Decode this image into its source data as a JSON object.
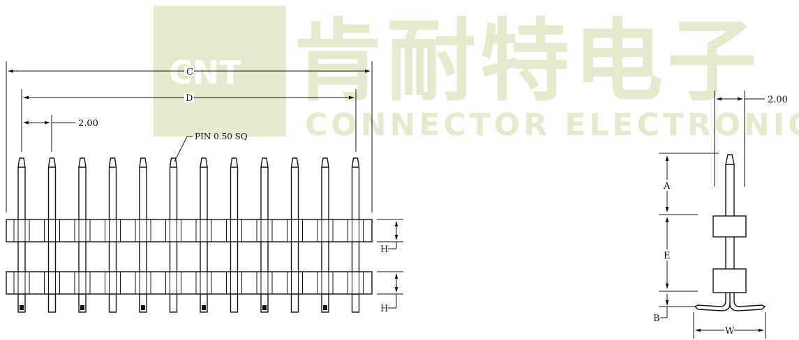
{
  "watermark": {
    "logo_text": "CNT",
    "chinese_name": "肯耐特电子",
    "english_name": "CONNECTOR ELECTRONICS",
    "color": "#e4ebcd"
  },
  "front_view": {
    "pin_count_per_row": 12,
    "rows": 2,
    "labels": {
      "overall_length": "C",
      "pin_span": "D",
      "pitch": "2.00",
      "pin_callout": "PIN 0.50 SQ",
      "housing_height_top": "H",
      "housing_height_bottom": "H"
    }
  },
  "side_view": {
    "labels": {
      "pitch": "2.00",
      "upper_pin_length": "A",
      "row_spacing": "E",
      "bottom_offset": "B",
      "tail_width": "W"
    }
  },
  "colors": {
    "line": "#111111",
    "background": "#ffffff"
  }
}
